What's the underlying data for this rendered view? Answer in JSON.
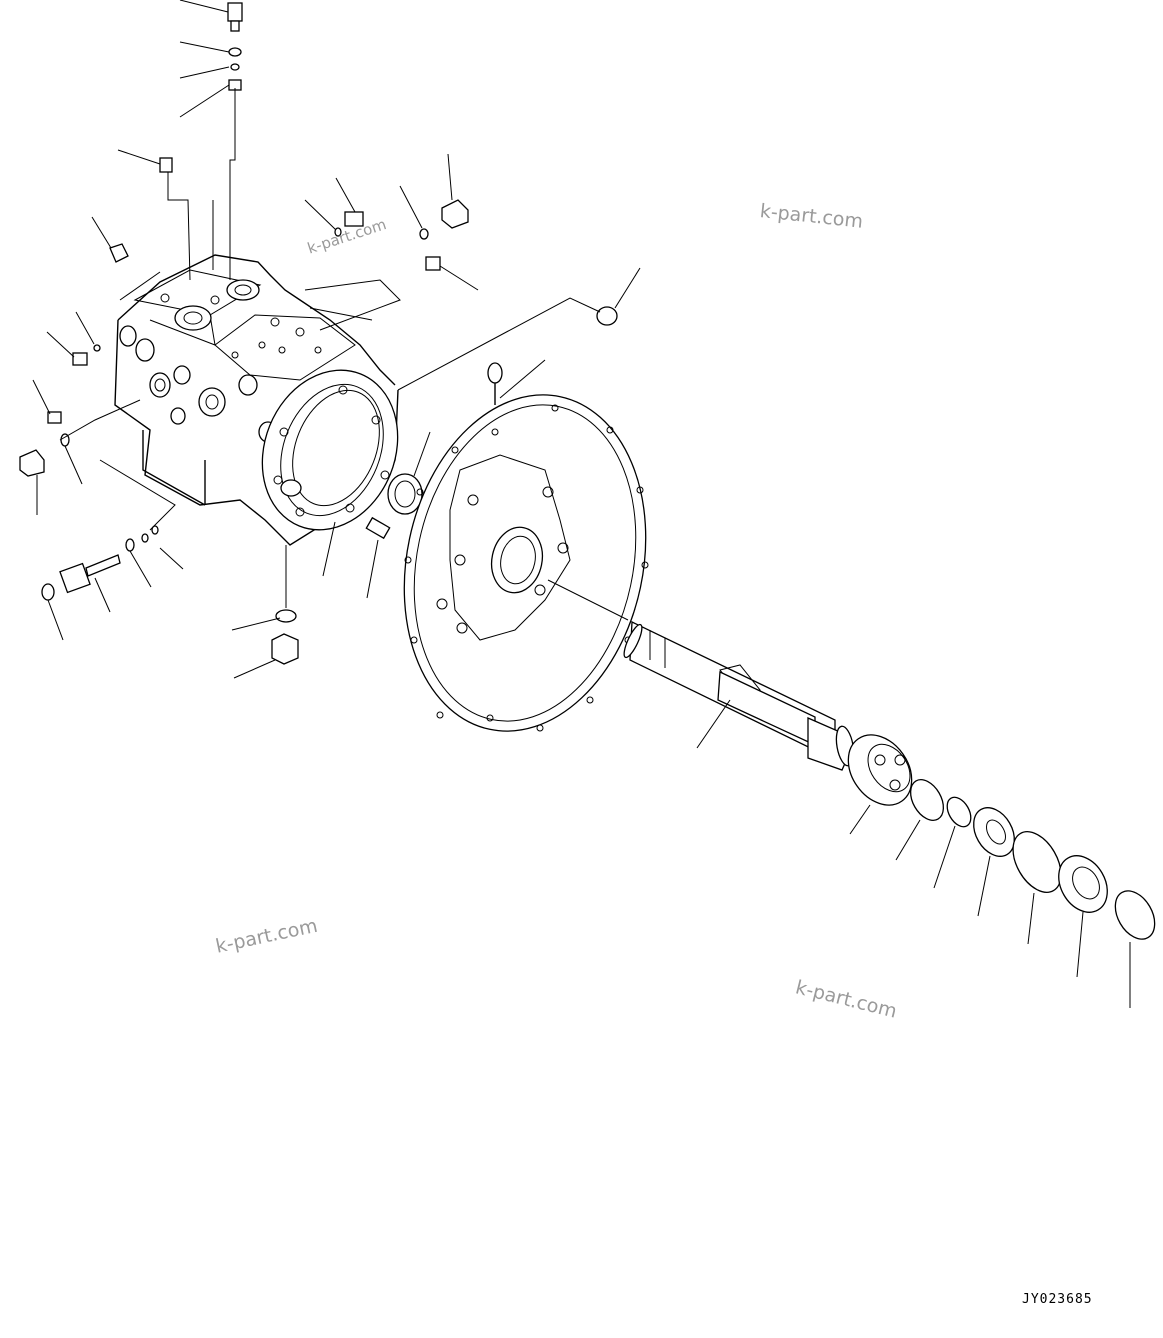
{
  "figure_code": "JY023685",
  "watermarks": [
    "k-part.com",
    "k-part.com",
    "k-part.com",
    "k-part.com"
  ],
  "colors": {
    "line": "#000000",
    "background": "#ffffff",
    "watermark": "#9a9a9a"
  }
}
